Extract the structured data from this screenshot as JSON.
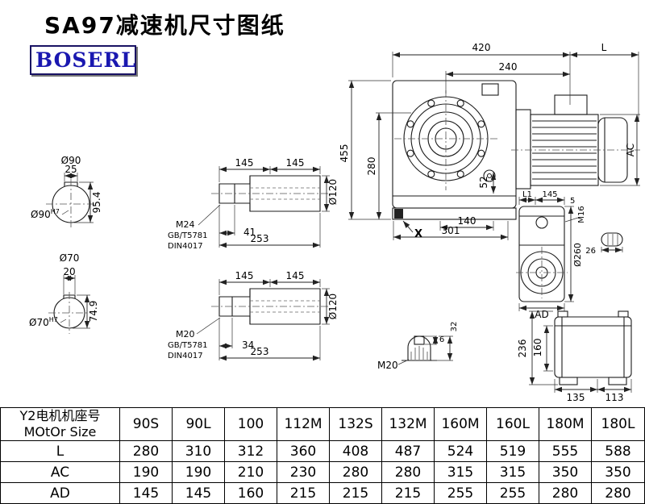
{
  "page": {
    "title": "SA97减速机尺寸图纸",
    "logo_text": "BOSERL"
  },
  "main_view": {
    "dim_width_total": "420",
    "dim_motor_length": "L",
    "dim_240": "240",
    "dim_height_total": "455",
    "dim_280": "280",
    "dim_motor_dia": "AC",
    "dim_52": "52",
    "dim_140": "140",
    "dim_301": "301",
    "label_x": "X"
  },
  "bore_section_top": {
    "dia_label": "Ø90",
    "key_width": "25",
    "key_height": "95.4",
    "bore_label": "Ø90",
    "bore_tolerance": "H7"
  },
  "bore_section_bottom": {
    "dia_label": "Ø70",
    "key_width": "20",
    "key_height": "74.9",
    "bore_label": "Ø70",
    "bore_tolerance": "H7"
  },
  "hollow_shaft_top": {
    "dim_left": "145",
    "dim_right": "145",
    "dia": "Ø120",
    "thread": "M24",
    "standard_1": "GB/T5781",
    "standard_2": "DIN4017",
    "thread_depth": "41",
    "length_total": "253"
  },
  "hollow_shaft_bottom": {
    "dim_left": "145",
    "dim_right": "145",
    "dia": "Ø120",
    "thread": "M20",
    "standard_1": "GB/T5781",
    "standard_2": "DIN4017",
    "thread_depth": "34",
    "length_total": "253"
  },
  "side_view": {
    "dim_l1": "L1",
    "dim_145": "145",
    "dim_5": "5",
    "thread": "M16",
    "dia": "Ø260",
    "dim_26": "26",
    "dim_ad": "AD"
  },
  "shaft_end_view": {
    "thread": "M20",
    "dim_6": "6",
    "dim_32": "32"
  },
  "rear_view": {
    "dim_236": "236",
    "dim_160": "160",
    "dim_135": "135",
    "dim_113": "113"
  },
  "table": {
    "row_header_line1": "Y2电机机座号",
    "row_header_line2": "MOtOr Size",
    "columns": [
      "90S",
      "90L",
      "100",
      "112M",
      "132S",
      "132M",
      "160M",
      "160L",
      "180M",
      "180L"
    ],
    "rows": [
      {
        "label": "L",
        "values": [
          "280",
          "310",
          "312",
          "360",
          "408",
          "487",
          "524",
          "519",
          "555",
          "588"
        ]
      },
      {
        "label": "AC",
        "values": [
          "190",
          "190",
          "210",
          "230",
          "280",
          "280",
          "315",
          "315",
          "350",
          "350"
        ]
      },
      {
        "label": "AD",
        "values": [
          "145",
          "145",
          "160",
          "215",
          "215",
          "215",
          "255",
          "255",
          "280",
          "280"
        ]
      }
    ]
  }
}
